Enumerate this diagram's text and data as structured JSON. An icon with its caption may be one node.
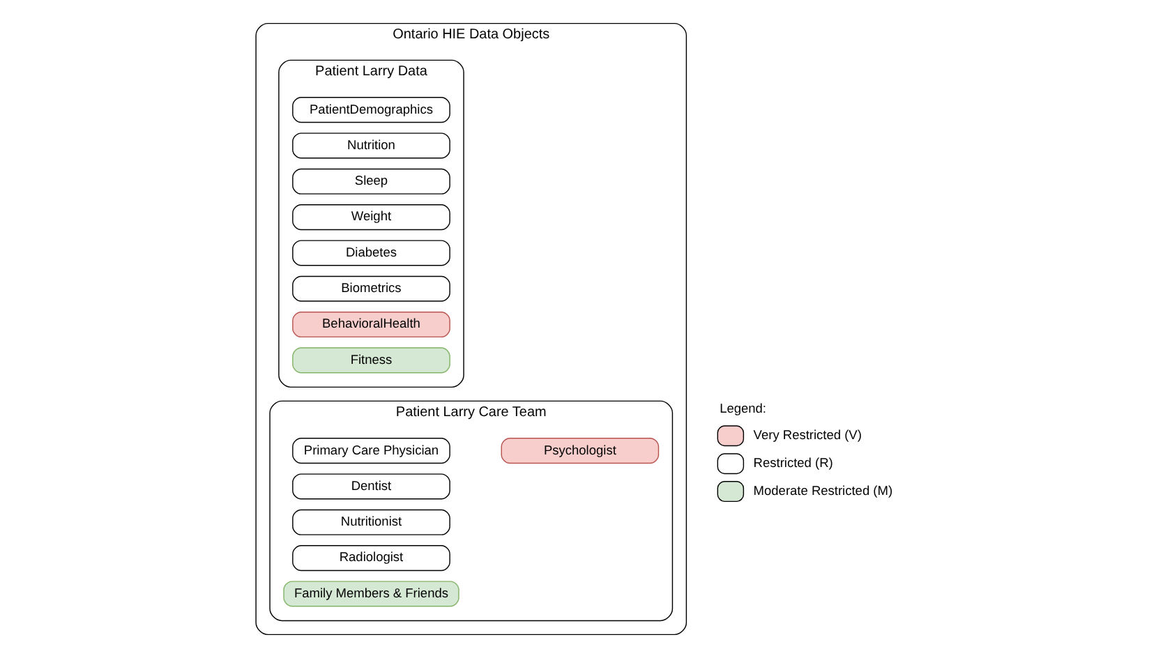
{
  "diagram": {
    "nodes": [
      {
        "text": [
          "Ontario HIE Data Objects"
        ]
      },
      {
        "text": [
          "Patient Larry Data"
        ],
        "in": 0
      },
      {
        "text": [
          "PatientDemographics"
        ],
        "in": 1
      },
      {
        "text": [
          "Nutrition"
        ],
        "in": 1
      },
      {
        "text": [
          "Sleep"
        ],
        "in": 1
      },
      {
        "text": [
          "Weight"
        ],
        "in": 1
      },
      {
        "text": [
          "Diabetes"
        ],
        "in": 1
      },
      {
        "text": [
          "Biometrics"
        ],
        "in": 1
      },
      {
        "text": [
          "BehavioralHealth"
        ],
        "in": 1
      },
      {
        "text": [
          "Fitness"
        ],
        "in": 1
      },
      {
        "text": [
          "Patient Larry Care Team"
        ],
        "in": 0
      },
      {
        "text": [
          "Psychologist"
        ],
        "in": 10
      },
      {
        "text": [
          "Primary Care Physician"
        ],
        "in": 10
      },
      {
        "text": [
          "Dentist"
        ],
        "in": 10
      },
      {
        "text": [
          "Nutritionist"
        ],
        "in": 10
      },
      {
        "text": [
          "Radiologist"
        ],
        "in": 10
      },
      {
        "text": [
          "Family Members & Friends"
        ],
        "in": 10
      }
    ],
    "edges": [],
    "labels": [
      "Legend:"
    ],
    "legend": [
      {
        "text": "Very Restricted (V)",
        "color": "#f8cecc"
      },
      {
        "text": "Restricted (R)",
        "color": "#ffffff"
      },
      {
        "text": "Moderate Restricted (M)",
        "color": "#d5e8d4"
      }
    ]
  }
}
